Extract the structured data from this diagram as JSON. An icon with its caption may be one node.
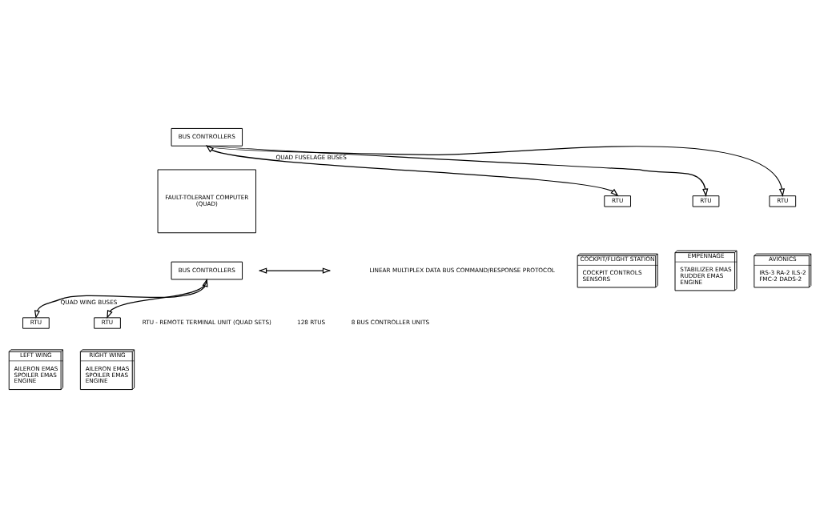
{
  "diagram": {
    "nodes": [
      {
        "text": [
          "BUS CONTROLLERS"
        ]
      },
      {
        "text": [
          "FAULT-TOLERANT COMPUTER",
          "(QUAD)"
        ]
      },
      {
        "text": [
          "BUS CONTROLLERS"
        ]
      },
      {
        "text": [
          "RTU"
        ]
      },
      {
        "text": [
          "COCKPIT/FLIGHT STATION",
          "COCKPIT CONTROLS",
          "SENSORS"
        ]
      },
      {
        "text": [
          "RTU"
        ]
      },
      {
        "text": [
          "EMPENNAGE",
          "STABILIZER EMAS RUDDER EMAS ENGINE"
        ]
      },
      {
        "text": [
          "RTU"
        ]
      },
      {
        "text": [
          "AVIONICS",
          "IRS-3 RA-2 ILS-2 FMC-2 DADS-2"
        ]
      },
      {
        "text": [
          "LEFT WING",
          "AILERON EMAS SPOILER EMAS ENGINE"
        ]
      },
      {
        "text": [
          "RTU"
        ]
      },
      {
        "text": [
          "RIGHT WING",
          "AILERON EMAS SPOILER EMAS ENGINE"
        ]
      },
      {
        "text": [
          "RTU"
        ]
      }
    ],
    "edges": [
      {
        "from": 0,
        "to": 3,
        "arrow": "both",
        "label": "QUAD FUSELAGE BUSES"
      },
      {
        "from": 0,
        "to": 5,
        "arrow": "to"
      },
      {
        "from": 0,
        "to": 7,
        "arrow": "to"
      },
      {
        "from": 2,
        "to": 10,
        "arrow": "both",
        "label": "QUAD WING BUSES"
      },
      {
        "from": 2,
        "to": 12,
        "arrow": "to"
      }
    ],
    "labels": [
      "RTU - REMOTE TERMINAL UNIT (QUAD SETS)",
      "128 RTUS",
      "8 BUS CONTROLLER UNITS"
    ],
    "legend": [
      {
        "text": "LINEAR MULTIPLEX DATA BUS COMMAND/RESPONSE PROTOCOL"
      }
    ]
  }
}
